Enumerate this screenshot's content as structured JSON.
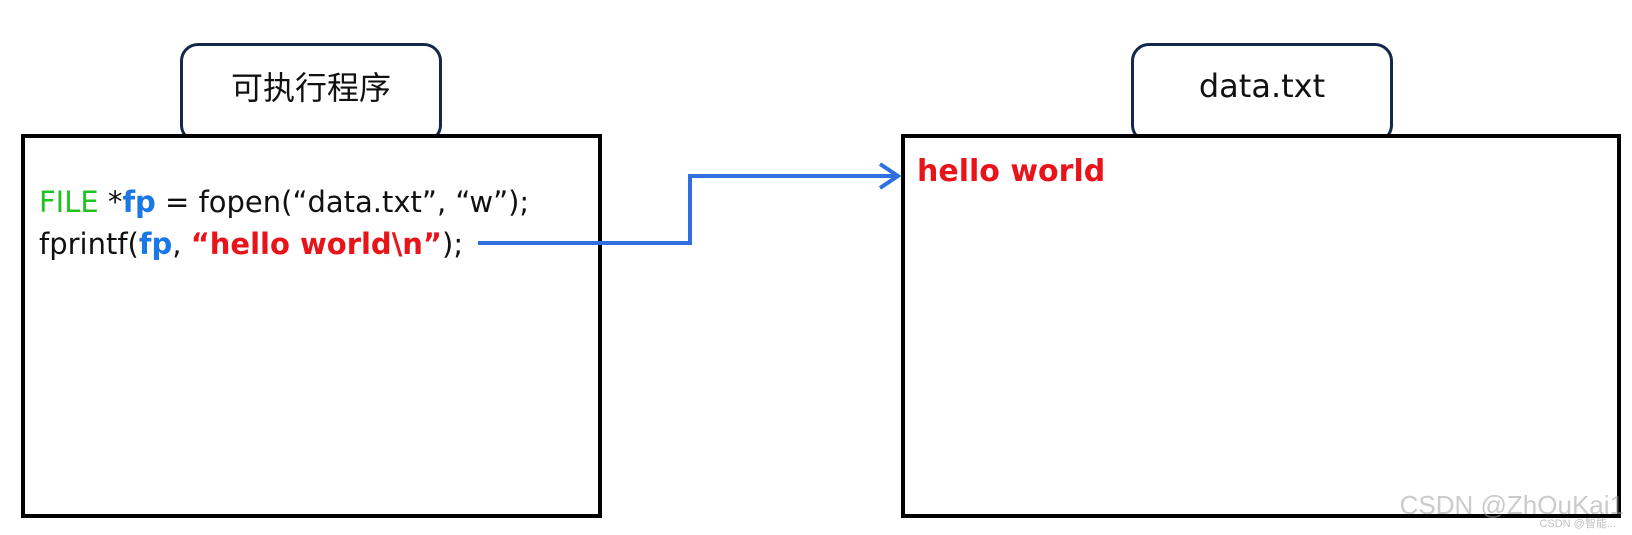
{
  "left_tab": {
    "label": "可执行程序"
  },
  "right_tab": {
    "label": "data.txt"
  },
  "code": {
    "line1": {
      "type_kw": "FILE",
      "ptr": " *",
      "var": "fp",
      "rest": " = fopen(“data.txt”, “w”);"
    },
    "line2": {
      "func": "fprintf(",
      "var": "fp",
      "sep": ", ",
      "str": "“hello world\\n”",
      "end": ");"
    }
  },
  "file": {
    "content": "hello world"
  },
  "watermark": {
    "main": "CSDN @ZhOuKai1",
    "sub": "CSDN @智能..."
  },
  "colors": {
    "keyword_green": "#22c222",
    "variable_blue": "#1a78e6",
    "string_red": "#e8141a",
    "arrow_blue": "#2f6fe0",
    "tab_border": "#14284b"
  }
}
